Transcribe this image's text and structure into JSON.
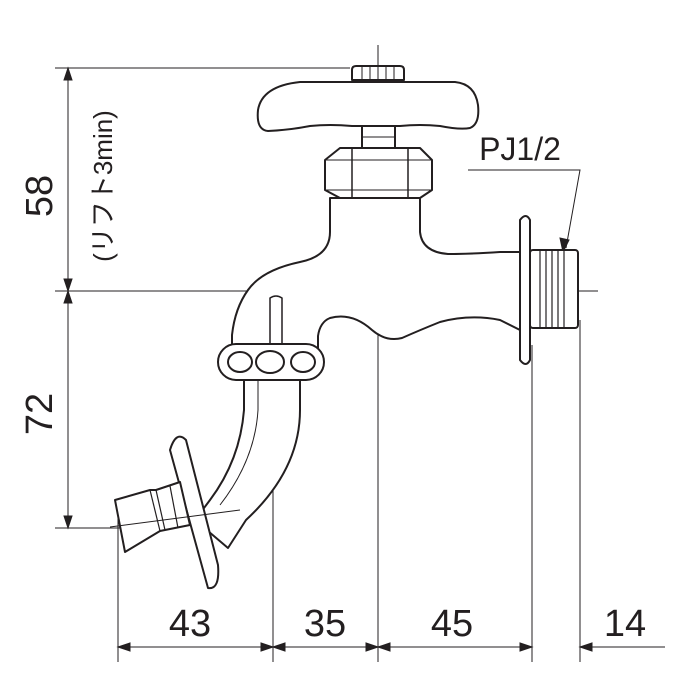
{
  "drawing": {
    "vertical_dims": {
      "upper": "58",
      "upper_note": "(リフト3min)",
      "lower": "72"
    },
    "horizontal_dims": [
      "43",
      "35",
      "45",
      "14"
    ],
    "thread_label": "PJ1/2"
  },
  "colors": {
    "line": "#231f20",
    "body_fill": "#ffffff"
  }
}
